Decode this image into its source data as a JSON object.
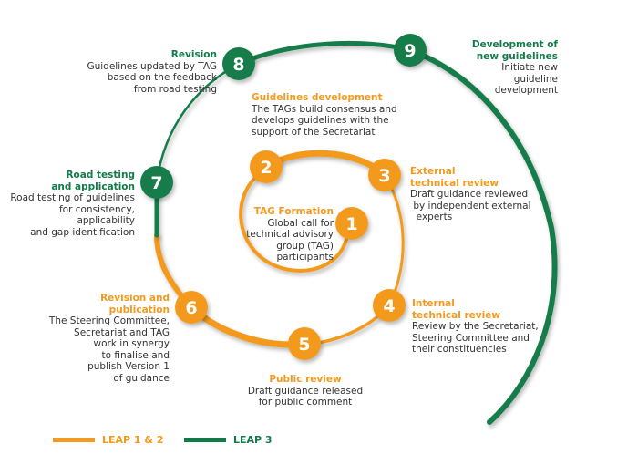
{
  "colors": {
    "leap12": "#F39A1E",
    "leap3": "#137B48"
  },
  "steps": [
    {
      "number": "1",
      "phase": "leap12",
      "title": "TAG Formation",
      "description": "Global call for\ntechnical advisory\ngroup (TAG)\nparticipants"
    },
    {
      "number": "2",
      "phase": "leap12",
      "title": "Guidelines development",
      "description": "The TAGs build consensus and\ndevelops guidelines with the\nsupport of the Secretariat"
    },
    {
      "number": "3",
      "phase": "leap12",
      "title": "External\ntechnical review",
      "description": "Draft guidance reviewed\n by independent external\n  experts"
    },
    {
      "number": "4",
      "phase": "leap12",
      "title": "Internal\ntechnical review",
      "description": "Review by the Secretariat,\nSteering Committee and\ntheir constituencies"
    },
    {
      "number": "5",
      "phase": "leap12",
      "title": "Public review",
      "description": "Draft guidance released\nfor public comment"
    },
    {
      "number": "6",
      "phase": "leap12",
      "title": "Revision and\npublication",
      "description": "The Steering Committee,\nSecretariat and TAG\nwork in synergy\nto finalise and\npublish Version 1\nof guidance"
    },
    {
      "number": "7",
      "phase": "leap3",
      "title": "Road testing\nand application",
      "description": "Road testing of guidelines\nfor consistency, applicability\nand gap identification"
    },
    {
      "number": "8",
      "phase": "leap3",
      "title": "Revision",
      "description": "Guidelines updated by TAG\nbased on the feedback\nfrom road testing"
    },
    {
      "number": "9",
      "phase": "leap3",
      "title": "Development of\nnew guidelines",
      "description": "Initiate new\nguideline\ndevelopment"
    }
  ],
  "legend": [
    {
      "label": "LEAP 1 & 2",
      "color": "#F39A1E"
    },
    {
      "label": "LEAP 3",
      "color": "#137B48"
    }
  ]
}
